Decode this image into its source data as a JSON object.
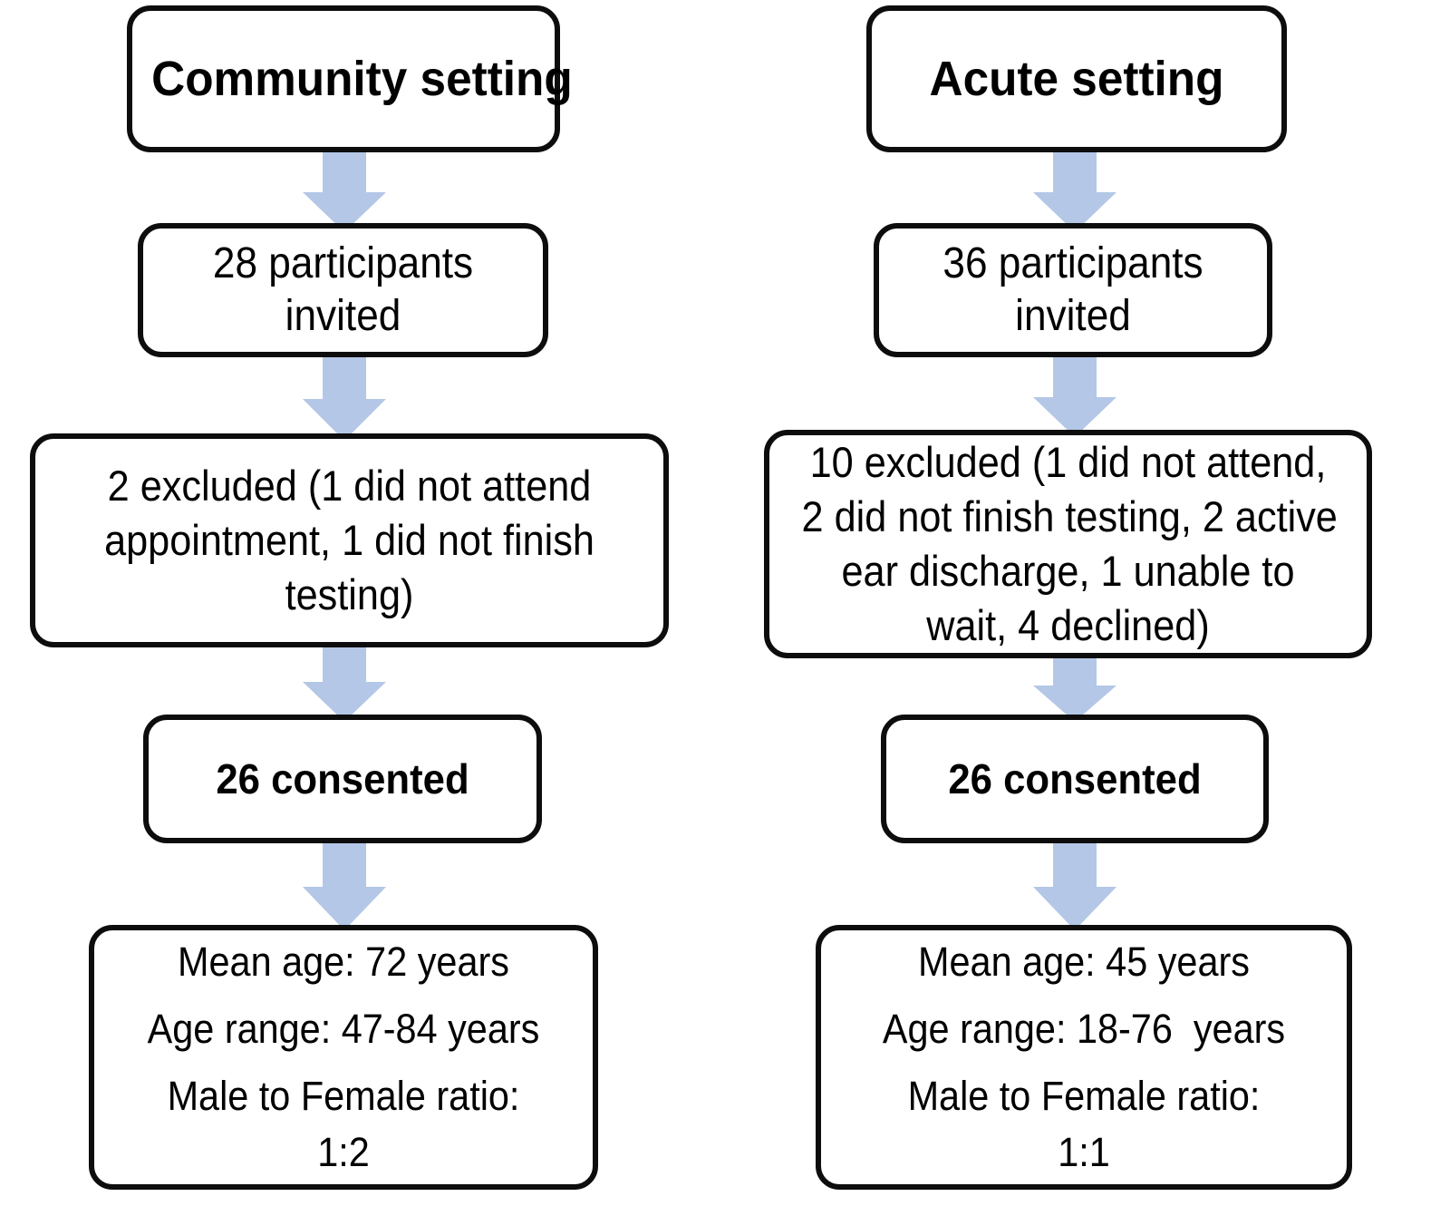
{
  "diagram": {
    "type": "participant-flow-chart",
    "arrow_color": "#b4c7e7",
    "box_border_color": "#0d0d0d",
    "background_color": "#ffffff",
    "columns": [
      {
        "id": "community",
        "header": "Community setting",
        "nodes": {
          "invited": {
            "line1": "28 participants",
            "line2": "invited"
          },
          "excluded": {
            "line1": "2 excluded (1 did not attend",
            "line2": "appointment, 1 did not finish",
            "line3": "testing)"
          },
          "consented": {
            "label": "26 consented"
          },
          "demographics": {
            "mean_age": "Mean age: 72 years",
            "age_range": "Age range: 47-84 years",
            "ratio_label": "Male to Female ratio:",
            "ratio_value": "1:2"
          }
        }
      },
      {
        "id": "acute",
        "header": "Acute setting",
        "nodes": {
          "invited": {
            "line1": "36 participants",
            "line2": "invited"
          },
          "excluded": {
            "line1": "10 excluded (1 did not attend,",
            "line2": "2 did not finish testing, 2 active",
            "line3": "ear discharge, 1 unable to",
            "line4": "wait, 4 declined)"
          },
          "consented": {
            "label": "26 consented"
          },
          "demographics": {
            "mean_age": "Mean age: 45 years",
            "age_range": "Age range: 18-76  years",
            "ratio_label": "Male to Female ratio:",
            "ratio_value": "1:1"
          }
        }
      }
    ],
    "connectors": [
      {
        "id": "community-header-to-invited",
        "icon": "down-arrow-icon"
      },
      {
        "id": "community-invited-to-excluded",
        "icon": "down-arrow-icon"
      },
      {
        "id": "community-excluded-to-consented",
        "icon": "down-arrow-icon"
      },
      {
        "id": "community-consented-to-demographics",
        "icon": "down-arrow-icon"
      },
      {
        "id": "acute-header-to-invited",
        "icon": "down-arrow-icon"
      },
      {
        "id": "acute-invited-to-excluded",
        "icon": "down-arrow-icon"
      },
      {
        "id": "acute-excluded-to-consented",
        "icon": "down-arrow-icon"
      },
      {
        "id": "acute-consented-to-demographics",
        "icon": "down-arrow-icon"
      }
    ]
  }
}
